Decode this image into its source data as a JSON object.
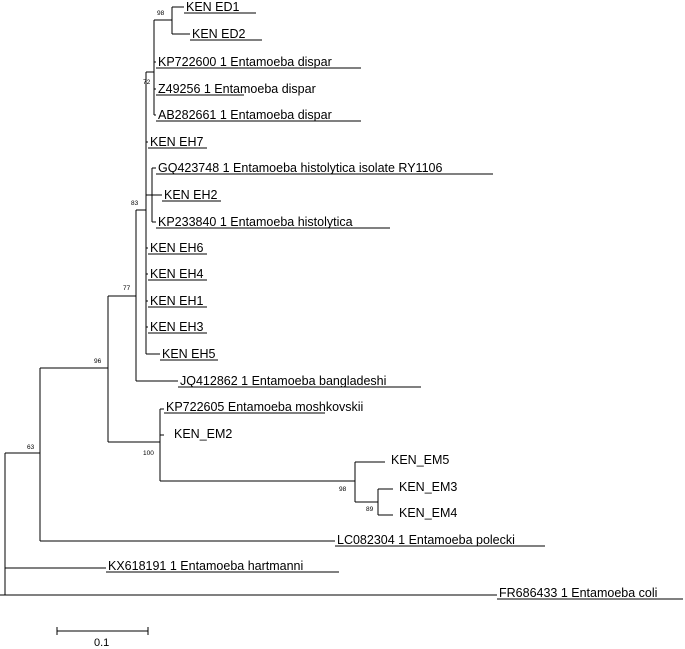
{
  "tree": {
    "taxa": [
      "KEN ED1",
      "KEN ED2",
      "KP722600 1 Entamoeba dispar",
      "Z49256 1  Entamoeba dispar",
      "AB282661 1 Entamoeba dispar",
      "KEN EH7",
      "GQ423748 1 Entamoeba histolytica isolate RY1106",
      "KEN EH2",
      "KP233840 1 Entamoeba histolytica",
      "KEN EH6",
      "KEN EH4",
      "KEN EH1",
      "KEN EH3",
      "KEN EH5",
      "JQ412862 1 Entamoeba bangladeshi",
      "KP722605  Entamoeba  moshkovskii",
      "KEN_EM2",
      "KEN_EM5",
      "KEN_EM3",
      "KEN_EM4",
      "LC082304 1 Entamoeba polecki",
      "KX618191 1 Entamoeba hartmanni",
      "FR686433 1 Entamoeba coli"
    ],
    "bootstrap_values": [
      "98",
      "72",
      "83",
      "77",
      "96",
      "100",
      "98",
      "89",
      "63"
    ],
    "scale_bar": "0.1"
  }
}
